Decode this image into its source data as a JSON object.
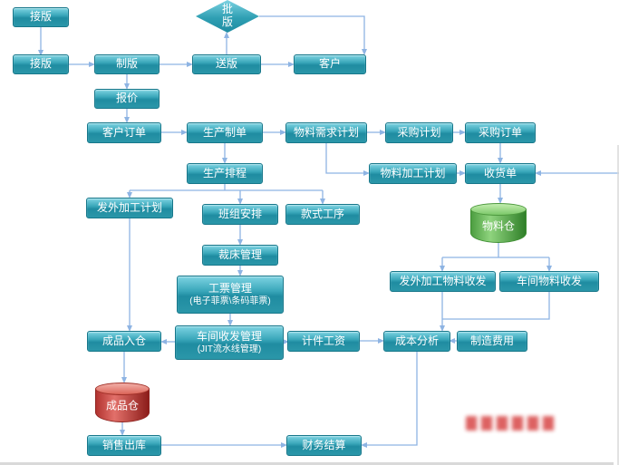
{
  "diagram": {
    "nodes": {
      "jieban_top": {
        "label": "接版"
      },
      "piban": {
        "label": "批版"
      },
      "jieban": {
        "label": "接版"
      },
      "zhiban": {
        "label": "制版"
      },
      "songban": {
        "label": "送版"
      },
      "kehu": {
        "label": "客户"
      },
      "baojia": {
        "label": "报价"
      },
      "kehu_dingdan": {
        "label": "客户订单"
      },
      "shengchan_zhidan": {
        "label": "生产制单"
      },
      "wuliao_xuqiu": {
        "label": "物料需求计划"
      },
      "caigou_jihua": {
        "label": "采购计划"
      },
      "caigou_dingdan": {
        "label": "采购订单"
      },
      "shengchan_paicheng": {
        "label": "生产排程"
      },
      "wuliao_jiagong": {
        "label": "物料加工计划"
      },
      "shouhuodan": {
        "label": "收货单"
      },
      "fawai_jiagong_jihua": {
        "label": "发外加工计划"
      },
      "banzu_anpai": {
        "label": "班组安排"
      },
      "kuanshi_gongxu": {
        "label": "款式工序"
      },
      "wuliaocang": {
        "label": "物料仓"
      },
      "caichuang_guanli": {
        "label": "裁床管理"
      },
      "gongpiao_guanli": {
        "label": "工票管理",
        "sublabel": "(电子菲票\\条码菲票)"
      },
      "fawai_wuliao_shoufa": {
        "label": "发外加工物料收发"
      },
      "chejian_wuliao_shoufa": {
        "label": "车间物料收发"
      },
      "chengpin_rucang": {
        "label": "成品入仓"
      },
      "chejian_shoufa": {
        "label": "车间收发管理",
        "sublabel": "(JIT流水线管理)"
      },
      "jijian_gongzi": {
        "label": "计件工资"
      },
      "chengben_fenxi": {
        "label": "成本分析"
      },
      "zhizao_feiyong": {
        "label": "制造费用"
      },
      "chengpincang": {
        "label": "成品仓"
      },
      "xiaoshou_chuku": {
        "label": "销售出库"
      },
      "caiwu_jiesuan": {
        "label": "财务结算"
      }
    },
    "colors": {
      "node_teal": "#2b97a9",
      "connector": "#8EB4E3",
      "cylinder_green": "#4d9e41",
      "cylinder_red": "#b23330",
      "text": "#ffffff"
    }
  }
}
